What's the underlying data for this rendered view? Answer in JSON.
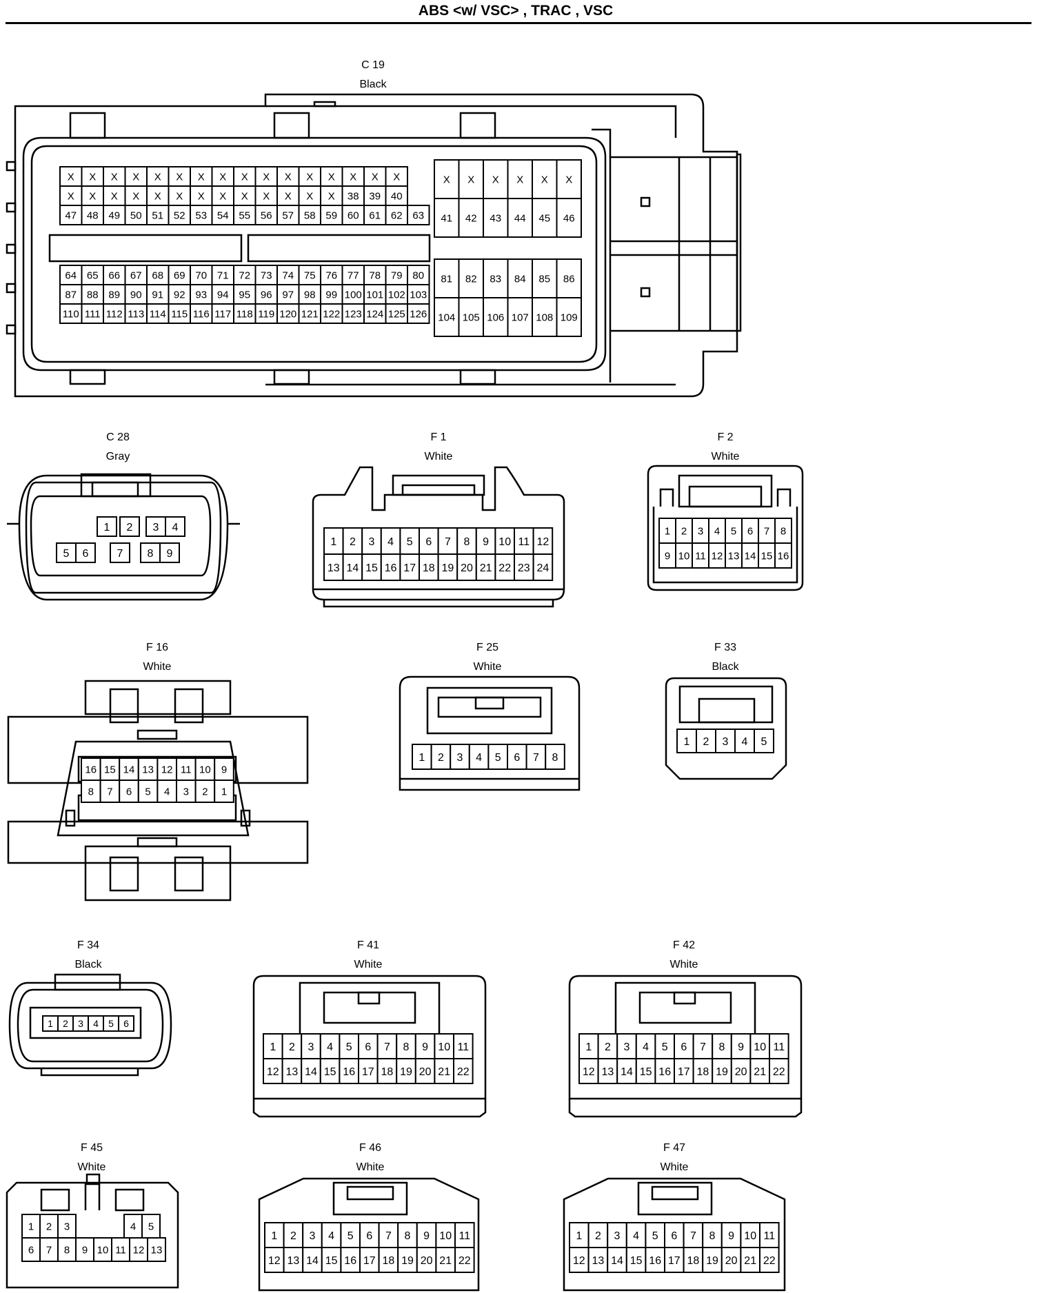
{
  "header": {
    "title": "ABS <w/ VSC> , TRAC , VSC"
  },
  "connectors": [
    {
      "id": "C 19",
      "color": "Black"
    },
    {
      "id": "C 28",
      "color": "Gray"
    },
    {
      "id": "F 1",
      "color": "White"
    },
    {
      "id": "F 2",
      "color": "White"
    },
    {
      "id": "F 16",
      "color": "White"
    },
    {
      "id": "F 25",
      "color": "White"
    },
    {
      "id": "F 33",
      "color": "Black"
    },
    {
      "id": "F 34",
      "color": "Black"
    },
    {
      "id": "F 41",
      "color": "White"
    },
    {
      "id": "F 42",
      "color": "White"
    },
    {
      "id": "F 45",
      "color": "White"
    },
    {
      "id": "F 46",
      "color": "White"
    },
    {
      "id": "F 47",
      "color": "White"
    }
  ],
  "c19": {
    "left_rows": [
      [
        "X",
        "X",
        "X",
        "X",
        "X",
        "X",
        "X",
        "X",
        "X",
        "X",
        "X",
        "X",
        "X",
        "X",
        "X",
        "X"
      ],
      [
        "X",
        "X",
        "X",
        "X",
        "X",
        "X",
        "X",
        "X",
        "X",
        "X",
        "X",
        "X",
        "X",
        "38",
        "39",
        "40"
      ],
      [
        "47",
        "48",
        "49",
        "50",
        "51",
        "52",
        "53",
        "54",
        "55",
        "56",
        "57",
        "58",
        "59",
        "60",
        "61",
        "62",
        "63"
      ],
      [
        "64",
        "65",
        "66",
        "67",
        "68",
        "69",
        "70",
        "71",
        "72",
        "73",
        "74",
        "75",
        "76",
        "77",
        "78",
        "79",
        "80"
      ],
      [
        "87",
        "88",
        "89",
        "90",
        "91",
        "92",
        "93",
        "94",
        "95",
        "96",
        "97",
        "98",
        "99",
        "100",
        "101",
        "102",
        "103"
      ],
      [
        "110",
        "111",
        "112",
        "113",
        "114",
        "115",
        "116",
        "117",
        "118",
        "119",
        "120",
        "121",
        "122",
        "123",
        "124",
        "125",
        "126"
      ]
    ],
    "right_rows": [
      [
        "X",
        "X",
        "X",
        "X",
        "X",
        "X"
      ],
      [
        "41",
        "42",
        "43",
        "44",
        "45",
        "46"
      ],
      [
        "81",
        "82",
        "83",
        "84",
        "85",
        "86"
      ],
      [
        "104",
        "105",
        "106",
        "107",
        "108",
        "109"
      ]
    ]
  },
  "c28": {
    "pins": [
      "1",
      "2",
      "3",
      "4",
      "5",
      "6",
      "7",
      "8",
      "9"
    ]
  },
  "f1": {
    "rows": [
      [
        "1",
        "2",
        "3",
        "4",
        "5",
        "6",
        "7",
        "8",
        "9",
        "10",
        "11",
        "12"
      ],
      [
        "13",
        "14",
        "15",
        "16",
        "17",
        "18",
        "19",
        "20",
        "21",
        "22",
        "23",
        "24"
      ]
    ]
  },
  "f2": {
    "rows": [
      [
        "1",
        "2",
        "3",
        "4",
        "5",
        "6",
        "7",
        "8"
      ],
      [
        "9",
        "10",
        "11",
        "12",
        "13",
        "14",
        "15",
        "16"
      ]
    ]
  },
  "f16": {
    "rows": [
      [
        "16",
        "15",
        "14",
        "13",
        "12",
        "11",
        "10",
        "9"
      ],
      [
        "8",
        "7",
        "6",
        "5",
        "4",
        "3",
        "2",
        "1"
      ]
    ]
  },
  "f25": {
    "rows": [
      [
        "1",
        "2",
        "3",
        "4",
        "5",
        "6",
        "7",
        "8"
      ]
    ]
  },
  "f33": {
    "rows": [
      [
        "1",
        "2",
        "3",
        "4",
        "5"
      ]
    ]
  },
  "f34": {
    "rows": [
      [
        "1",
        "2",
        "3",
        "4",
        "5",
        "6"
      ]
    ]
  },
  "f41": {
    "rows": [
      [
        "1",
        "2",
        "3",
        "4",
        "5",
        "6",
        "7",
        "8",
        "9",
        "10",
        "11"
      ],
      [
        "12",
        "13",
        "14",
        "15",
        "16",
        "17",
        "18",
        "19",
        "20",
        "21",
        "22"
      ]
    ]
  },
  "f42": {
    "rows": [
      [
        "1",
        "2",
        "3",
        "4",
        "5",
        "6",
        "7",
        "8",
        "9",
        "10",
        "11"
      ],
      [
        "12",
        "13",
        "14",
        "15",
        "16",
        "17",
        "18",
        "19",
        "20",
        "21",
        "22"
      ]
    ]
  },
  "f45": {
    "rows": [
      [
        "1",
        "2",
        "3",
        "4",
        "5"
      ],
      [
        "6",
        "7",
        "8",
        "9",
        "10",
        "11",
        "12",
        "13"
      ]
    ]
  },
  "f46": {
    "rows": [
      [
        "1",
        "2",
        "3",
        "4",
        "5",
        "6",
        "7",
        "8",
        "9",
        "10",
        "11"
      ],
      [
        "12",
        "13",
        "14",
        "15",
        "16",
        "17",
        "18",
        "19",
        "20",
        "21",
        "22"
      ]
    ]
  },
  "f47": {
    "rows": [
      [
        "1",
        "2",
        "3",
        "4",
        "5",
        "6",
        "7",
        "8",
        "9",
        "10",
        "11"
      ],
      [
        "12",
        "13",
        "14",
        "15",
        "16",
        "17",
        "18",
        "19",
        "20",
        "21",
        "22"
      ]
    ]
  }
}
